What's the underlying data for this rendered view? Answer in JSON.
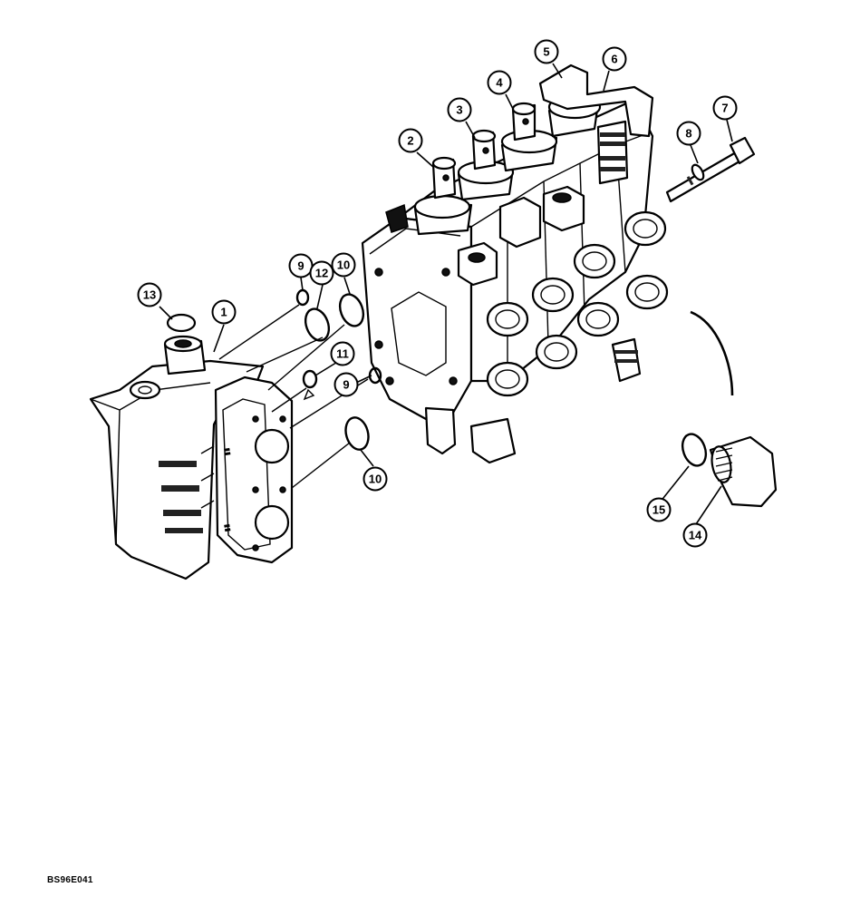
{
  "figure": {
    "drawing_id": "BS96E041",
    "callouts": [
      {
        "id": "callout-1",
        "label": "1"
      },
      {
        "id": "callout-2",
        "label": "2"
      },
      {
        "id": "callout-3",
        "label": "3"
      },
      {
        "id": "callout-4",
        "label": "4"
      },
      {
        "id": "callout-5",
        "label": "5"
      },
      {
        "id": "callout-6",
        "label": "6"
      },
      {
        "id": "callout-7",
        "label": "7"
      },
      {
        "id": "callout-8",
        "label": "8"
      },
      {
        "id": "callout-9a",
        "label": "9"
      },
      {
        "id": "callout-9b",
        "label": "9"
      },
      {
        "id": "callout-10a",
        "label": "10"
      },
      {
        "id": "callout-10b",
        "label": "10"
      },
      {
        "id": "callout-11",
        "label": "11"
      },
      {
        "id": "callout-12",
        "label": "12"
      },
      {
        "id": "callout-13",
        "label": "13"
      },
      {
        "id": "callout-14",
        "label": "14"
      },
      {
        "id": "callout-15",
        "label": "15"
      }
    ]
  }
}
